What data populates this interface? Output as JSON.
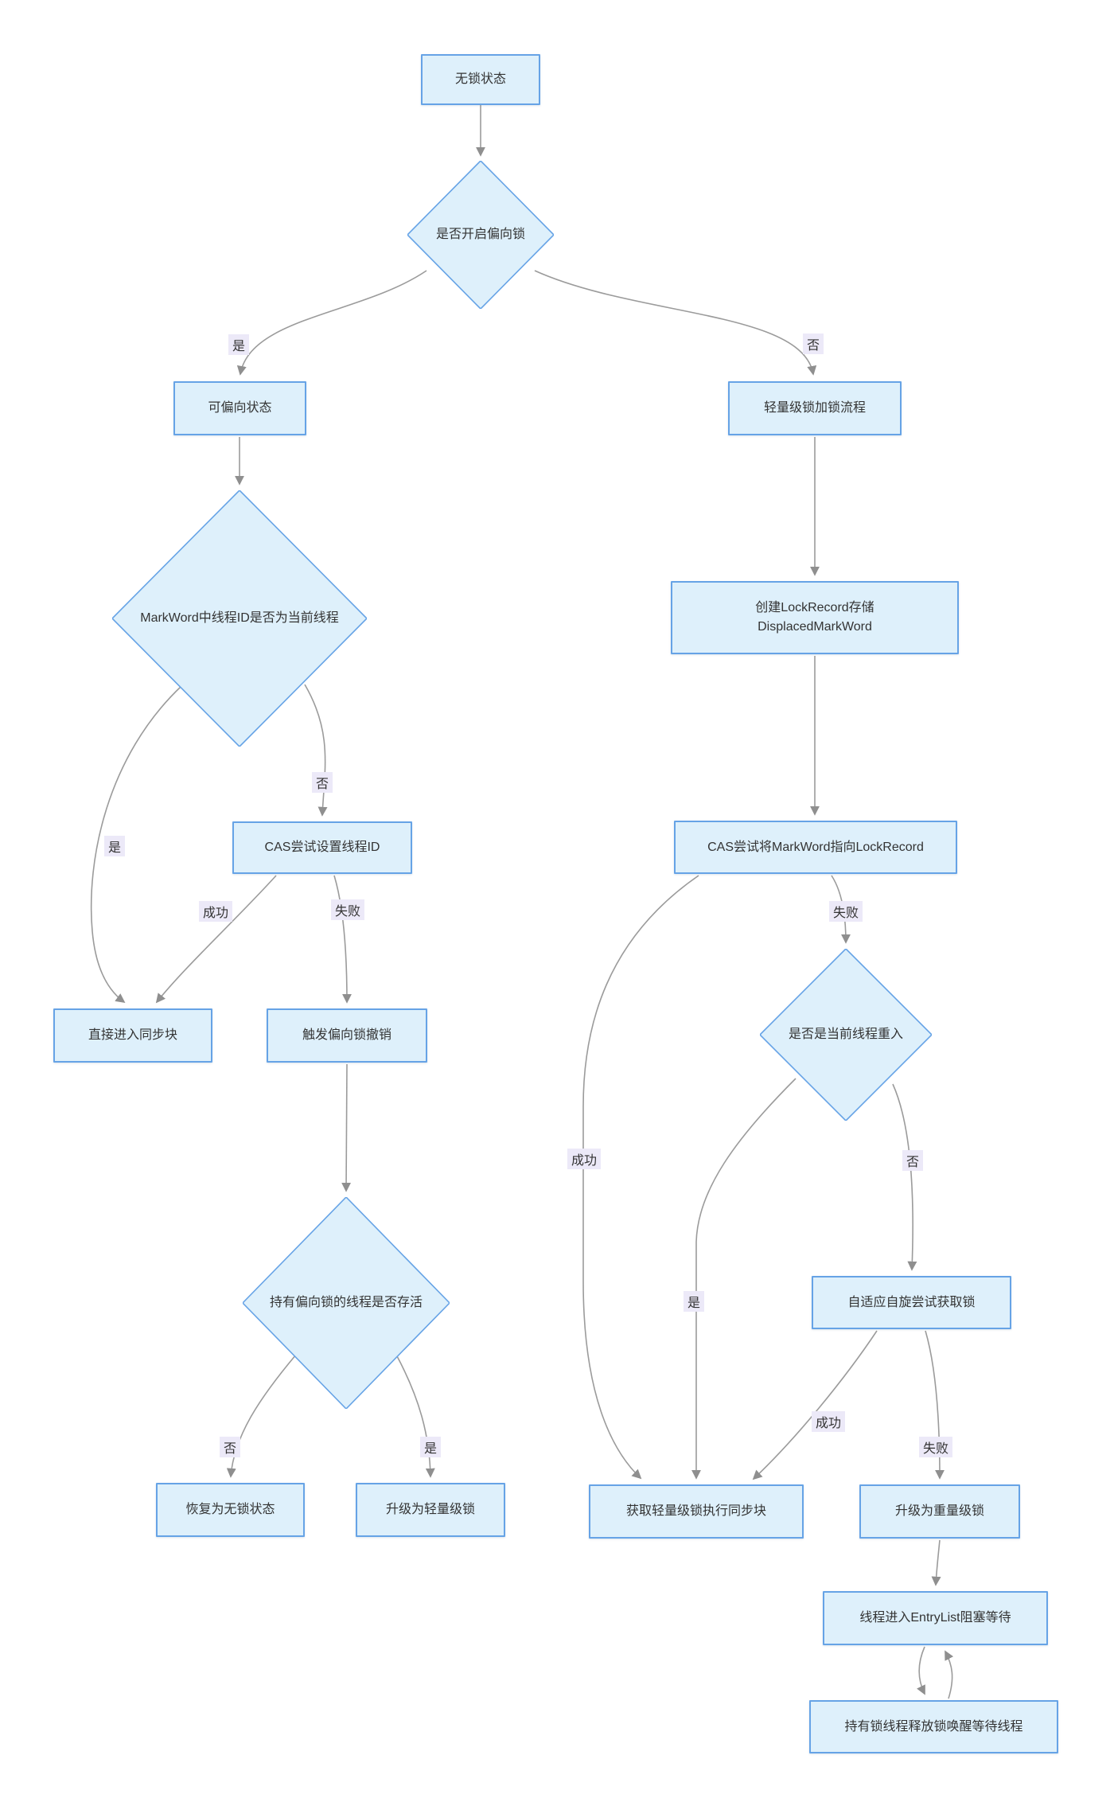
{
  "diagram": {
    "type": "flowchart",
    "colors": {
      "node_fill": "#def0fb",
      "node_border": "#66a3e6",
      "edge_stroke": "#9b9b9b",
      "edge_label_bg": "#ece9f8",
      "text": "#333333",
      "background": "#ffffff"
    },
    "nodes": {
      "lock_free": {
        "label": "无锁状态",
        "shape": "rect"
      },
      "biased_enabled_q": {
        "label": "是否开启偏向锁",
        "shape": "diamond"
      },
      "biasable_state": {
        "label": "可偏向状态",
        "shape": "rect"
      },
      "lightweight_flow": {
        "label": "轻量级锁加锁流程",
        "shape": "rect"
      },
      "markword_thread_q": {
        "label": "MarkWord中线程ID是否为当前线程",
        "shape": "diamond"
      },
      "create_lockrecord": {
        "line1": "创建LockRecord存储",
        "line2": "DisplacedMarkWord",
        "shape": "rect"
      },
      "cas_set_threadid": {
        "label": "CAS尝试设置线程ID",
        "shape": "rect"
      },
      "cas_point_lockrecord": {
        "label": "CAS尝试将MarkWord指向LockRecord",
        "shape": "rect"
      },
      "enter_sync_block": {
        "label": "直接进入同步块",
        "shape": "rect"
      },
      "trigger_bias_revoke": {
        "label": "触发偏向锁撤销",
        "shape": "rect"
      },
      "reentrant_q": {
        "label": "是否是当前线程重入",
        "shape": "diamond"
      },
      "adaptive_spin": {
        "label": "自适应自旋尝试获取锁",
        "shape": "rect"
      },
      "bias_thread_alive_q": {
        "label": "持有偏向锁的线程是否存活",
        "shape": "diamond"
      },
      "restore_lock_free": {
        "label": "恢复为无锁状态",
        "shape": "rect"
      },
      "upgrade_lightweight": {
        "label": "升级为轻量级锁",
        "shape": "rect"
      },
      "acquire_lightweight": {
        "label": "获取轻量级锁执行同步块",
        "shape": "rect"
      },
      "upgrade_heavyweight": {
        "label": "升级为重量级锁",
        "shape": "rect"
      },
      "entrylist_wait": {
        "label": "线程进入EntryList阻塞等待",
        "shape": "rect"
      },
      "release_wake": {
        "label": "持有锁线程释放锁唤醒等待线程",
        "shape": "rect"
      }
    },
    "edge_labels": {
      "yes_to_biasable": "是",
      "no_to_lightweight": "否",
      "markword_no": "否",
      "markword_yes": "是",
      "cas_set_success": "成功",
      "cas_set_fail": "失败",
      "cas_point_fail": "失败",
      "cas_point_success": "成功",
      "reentrant_no": "否",
      "reentrant_yes": "是",
      "spin_success": "成功",
      "spin_fail": "失败",
      "alive_no": "否",
      "alive_yes": "是"
    }
  }
}
